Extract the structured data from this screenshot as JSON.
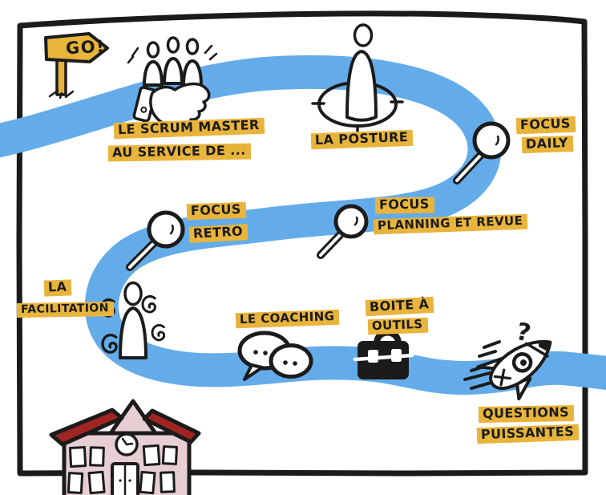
{
  "title": "Scrum Master journey sketchnote",
  "colors": {
    "path_blue": "#64ace9",
    "highlight_yellow": "#e8b43c",
    "ink": "#1b1b1b",
    "roof_red": "#a02421",
    "building_pink": "#e7ced2",
    "background": "#ffffff"
  },
  "labels": {
    "go": "GO!",
    "scrum_master_line1": "LE SCRUM MASTER",
    "scrum_master_line2": "AU SERVICE DE ...",
    "posture": "LA POSTURE",
    "focus_daily_line1": "FOCUS",
    "focus_daily_line2": "DAILY",
    "focus_retro_line1": "FOCUS",
    "focus_retro_line2": "RETRO",
    "focus_planning_line1": "FOCUS",
    "focus_planning_line2": "PLANNING ET REVUE",
    "facilitation_line1": "LA",
    "facilitation_line2": "FACILITATION",
    "coaching": "LE COACHING",
    "toolbox_line1": "BOITE À",
    "toolbox_line2": "OUTILS",
    "questions_line1": "QUESTIONS",
    "questions_line2": "PUISSANTES",
    "question_mark": "?"
  },
  "journey_steps": [
    {
      "order": 1,
      "label": "GO!",
      "icon": "go-signpost"
    },
    {
      "order": 2,
      "label": "LE SCRUM MASTER AU SERVICE DE ...",
      "icon": "team-in-hand"
    },
    {
      "order": 3,
      "label": "LA POSTURE",
      "icon": "person-on-target"
    },
    {
      "order": 4,
      "label": "FOCUS DAILY",
      "icon": "magnifier"
    },
    {
      "order": 5,
      "label": "FOCUS PLANNING ET REVUE",
      "icon": "magnifier"
    },
    {
      "order": 6,
      "label": "FOCUS RETRO",
      "icon": "magnifier"
    },
    {
      "order": 7,
      "label": "LA FACILITATION",
      "icon": "facilitator-with-swirls"
    },
    {
      "order": 8,
      "label": "LE COACHING",
      "icon": "speech-bubbles"
    },
    {
      "order": 9,
      "label": "BOITE À OUTILS",
      "icon": "briefcase"
    },
    {
      "order": 10,
      "label": "QUESTIONS PUISSANTES",
      "icon": "rocket-with-question-mark"
    },
    {
      "order": 11,
      "label": "",
      "icon": "school-building"
    }
  ],
  "icons": {
    "go-signpost": "yellow arrow sign on post",
    "team-in-hand": "three people held in an open hand",
    "person-on-target": "person standing in crosshair ellipse",
    "magnifier": "magnifying glass",
    "facilitator-with-swirls": "person surrounded by spiral swirls",
    "speech-bubbles": "two chat bubbles with dots",
    "briefcase": "black toolbox briefcase",
    "rocket-with-question-mark": "rocket flying with ? above",
    "school-building": "pink school building with red roof and clock"
  },
  "speech_bubble_left_dots": 3,
  "speech_bubble_right_dots": 2
}
